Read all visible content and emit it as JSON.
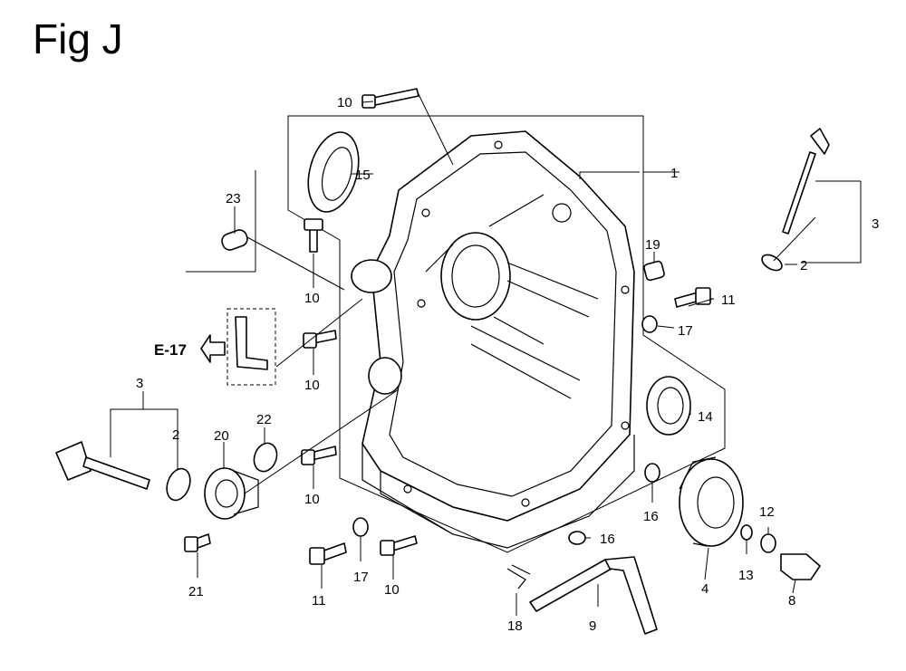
{
  "figure_title": "Fig J",
  "reference_label": "E-17",
  "callouts": {
    "c1": "1",
    "c2a": "2",
    "c2b": "2",
    "c3a": "3",
    "c3b": "3",
    "c4": "4",
    "c8": "8",
    "c9": "9",
    "c10a": "10",
    "c10b": "10",
    "c10c": "10",
    "c10d": "10",
    "c10e": "10",
    "c11a": "11",
    "c11b": "11",
    "c12": "12",
    "c13": "13",
    "c14": "14",
    "c15": "15",
    "c16a": "16",
    "c16b": "16",
    "c17a": "17",
    "c17b": "17",
    "c18": "18",
    "c19": "19",
    "c20": "20",
    "c21": "21",
    "c22": "22",
    "c23": "23"
  }
}
